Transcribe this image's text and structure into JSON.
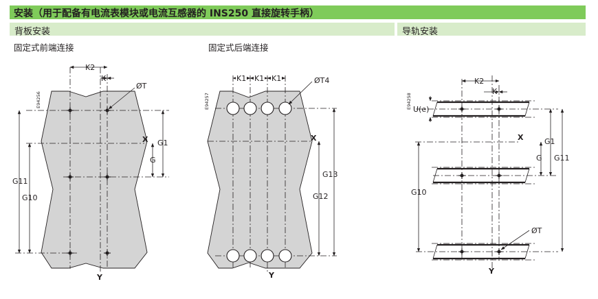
{
  "header": {
    "title": "安装（用于配备有电流表模块或电流互感器的 INS250 直接旋转手柄）"
  },
  "sections": {
    "back_plate": "背板安装",
    "din_rail": "导轨安装"
  },
  "captions": {
    "front_fixed": "固定式前端连接",
    "rear_fixed": "固定式后端连接"
  },
  "figure1": {
    "code": "E94256",
    "k2": "K2",
    "k": "K",
    "hole": "ØT",
    "x": "X",
    "y": "Y",
    "g1": "G1",
    "g": "G",
    "g11": "G11",
    "g10": "G10"
  },
  "figure2": {
    "code": "E94257",
    "k1a": "K1",
    "k1b": "K1",
    "k1c": "K1",
    "hole": "ØT4",
    "x": "X",
    "y": "Y",
    "g13": "G13",
    "g12": "G12"
  },
  "figure3": {
    "code": "E94258",
    "k2": "K2",
    "k": "K",
    "u": "U(e)",
    "x": "X",
    "y": "Y",
    "g1": "G1",
    "g": "G",
    "g11": "G11",
    "g10": "G10",
    "hole": "ØT"
  },
  "colors": {
    "title_bar": "#7fcb5a",
    "subtitle_bar": "#d8ecca",
    "plate_fill": "#d4d4d4"
  }
}
